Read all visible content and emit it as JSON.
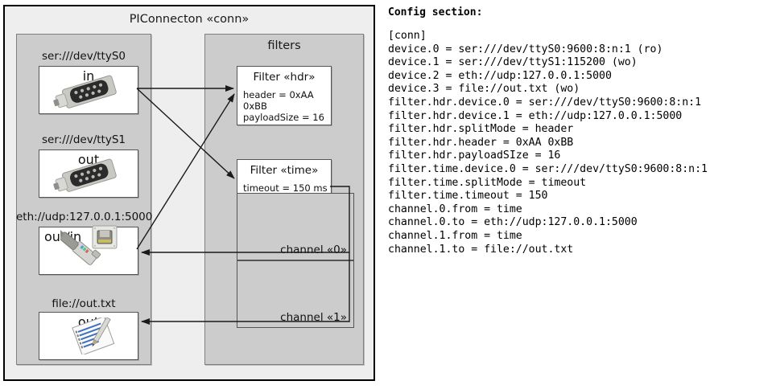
{
  "diagram": {
    "title": "PIConnecton «conn»",
    "devices_group": {
      "title": ""
    },
    "filters_group": {
      "title": "filters"
    },
    "devices": [
      {
        "label": "ser:///dev/ttyS0",
        "direction": "in",
        "icon": "serial-port-icon"
      },
      {
        "label": "ser:///dev/ttyS1",
        "direction": "out",
        "icon": "serial-port-icon"
      },
      {
        "label": "eth://udp:127.0.0.1:5000",
        "direction": "out/in",
        "icon": "network-jack-icon"
      },
      {
        "label": "file://out.txt",
        "direction": "out",
        "icon": "text-file-icon"
      }
    ],
    "filters": [
      {
        "title": "Filter «hdr»",
        "props": [
          "header = 0xAA 0xBB",
          "payloadSize = 16"
        ]
      },
      {
        "title": "Filter «time»",
        "props": [
          "timeout = 150 ms"
        ]
      }
    ],
    "channels": [
      {
        "label": "channel «0»"
      },
      {
        "label": "channel «1»"
      }
    ]
  },
  "config": {
    "heading": "Config section:",
    "lines": "[conn]\ndevice.0 = ser:///dev/ttyS0:9600:8:n:1 (ro)\ndevice.1 = ser:///dev/ttyS1:115200 (wo)\ndevice.2 = eth://udp:127.0.0.1:5000\ndevice.3 = file://out.txt (wo)\nfilter.hdr.device.0 = ser:///dev/ttyS0:9600:8:n:1\nfilter.hdr.device.1 = eth://udp:127.0.0.1:5000\nfilter.hdr.splitMode = header\nfilter.hdr.header = 0xAA 0xBB\nfilter.hdr.payloadSIze = 16\nfilter.time.device.0 = ser:///dev/ttyS0:9600:8:n:1\nfilter.time.splitMode = timeout\nfilter.time.timeout = 150\nchannel.0.from = time\nchannel.0.to = eth://udp:127.0.0.1:5000\nchannel.1.from = time\nchannel.1.to = file://out.txt"
  }
}
